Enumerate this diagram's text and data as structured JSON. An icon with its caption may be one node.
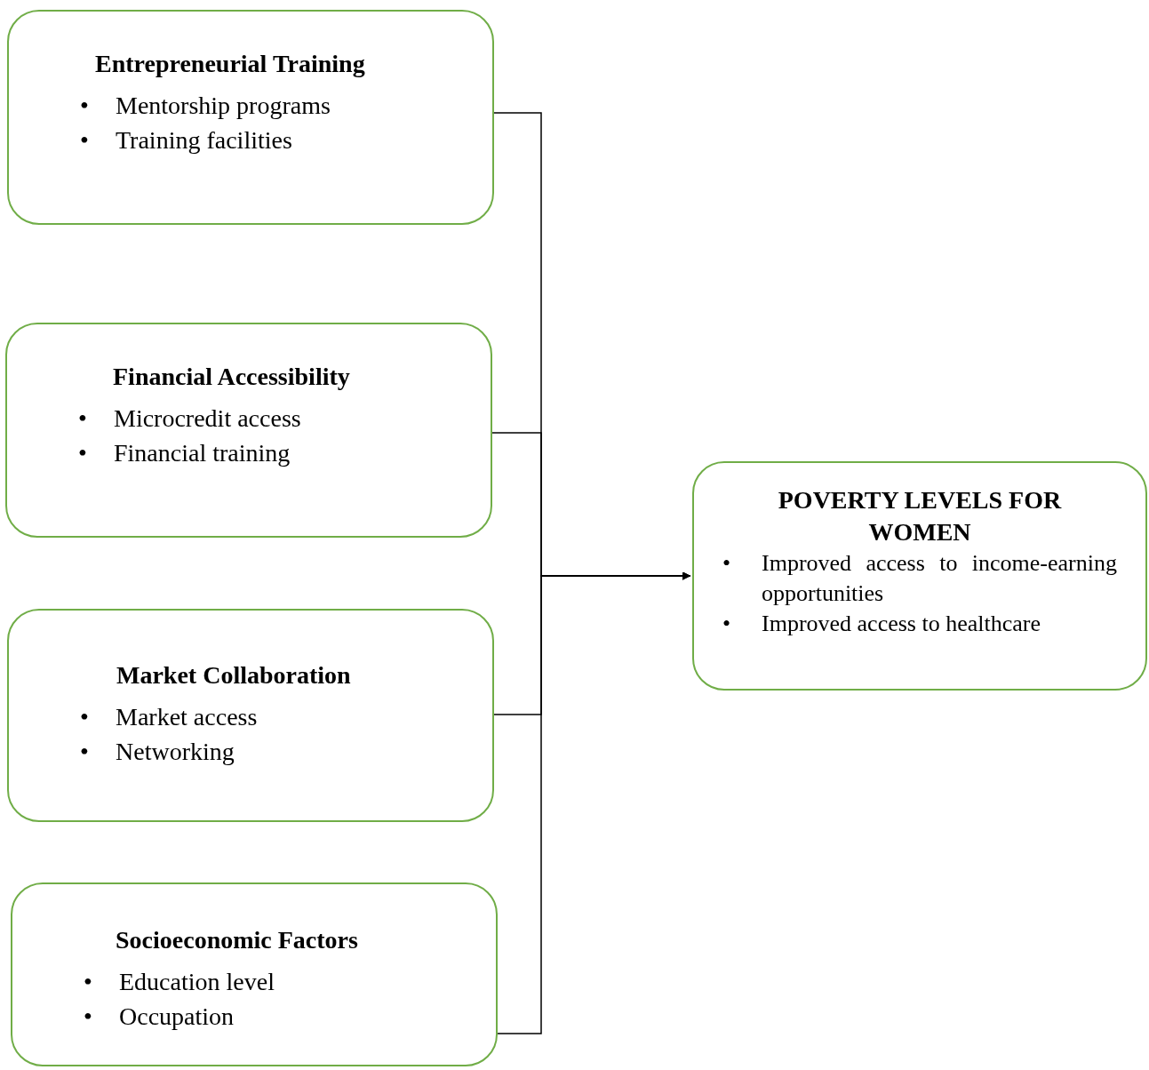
{
  "diagram": {
    "nodes": [
      {
        "text": [
          "Entrepreneurial Training",
          "•",
          "Mentorship programs",
          "•",
          "Training facilities"
        ]
      },
      {
        "text": [
          "Financial Accessibility",
          "•",
          "Microcredit access",
          "•",
          "Financial training"
        ]
      },
      {
        "text": [
          "Market Collaboration",
          "•",
          "Market access",
          "•",
          "Networking"
        ]
      },
      {
        "text": [
          "Socioeconomic Factors",
          "•",
          "Education level",
          "•",
          "Occupation"
        ]
      },
      {
        "text": [
          "POVERTY LEVELS FOR WOMEN",
          "•",
          "Improved access to income-earning opportunities",
          "•",
          "Improved access to healthcare"
        ]
      }
    ],
    "edges": [
      {
        "from": 0,
        "to": 4,
        "arrow": "to"
      },
      {
        "from": 1,
        "to": 4,
        "arrow": "to"
      },
      {
        "from": 2,
        "to": 4,
        "arrow": "to"
      },
      {
        "from": 3,
        "to": 4,
        "arrow": "to"
      }
    ]
  }
}
